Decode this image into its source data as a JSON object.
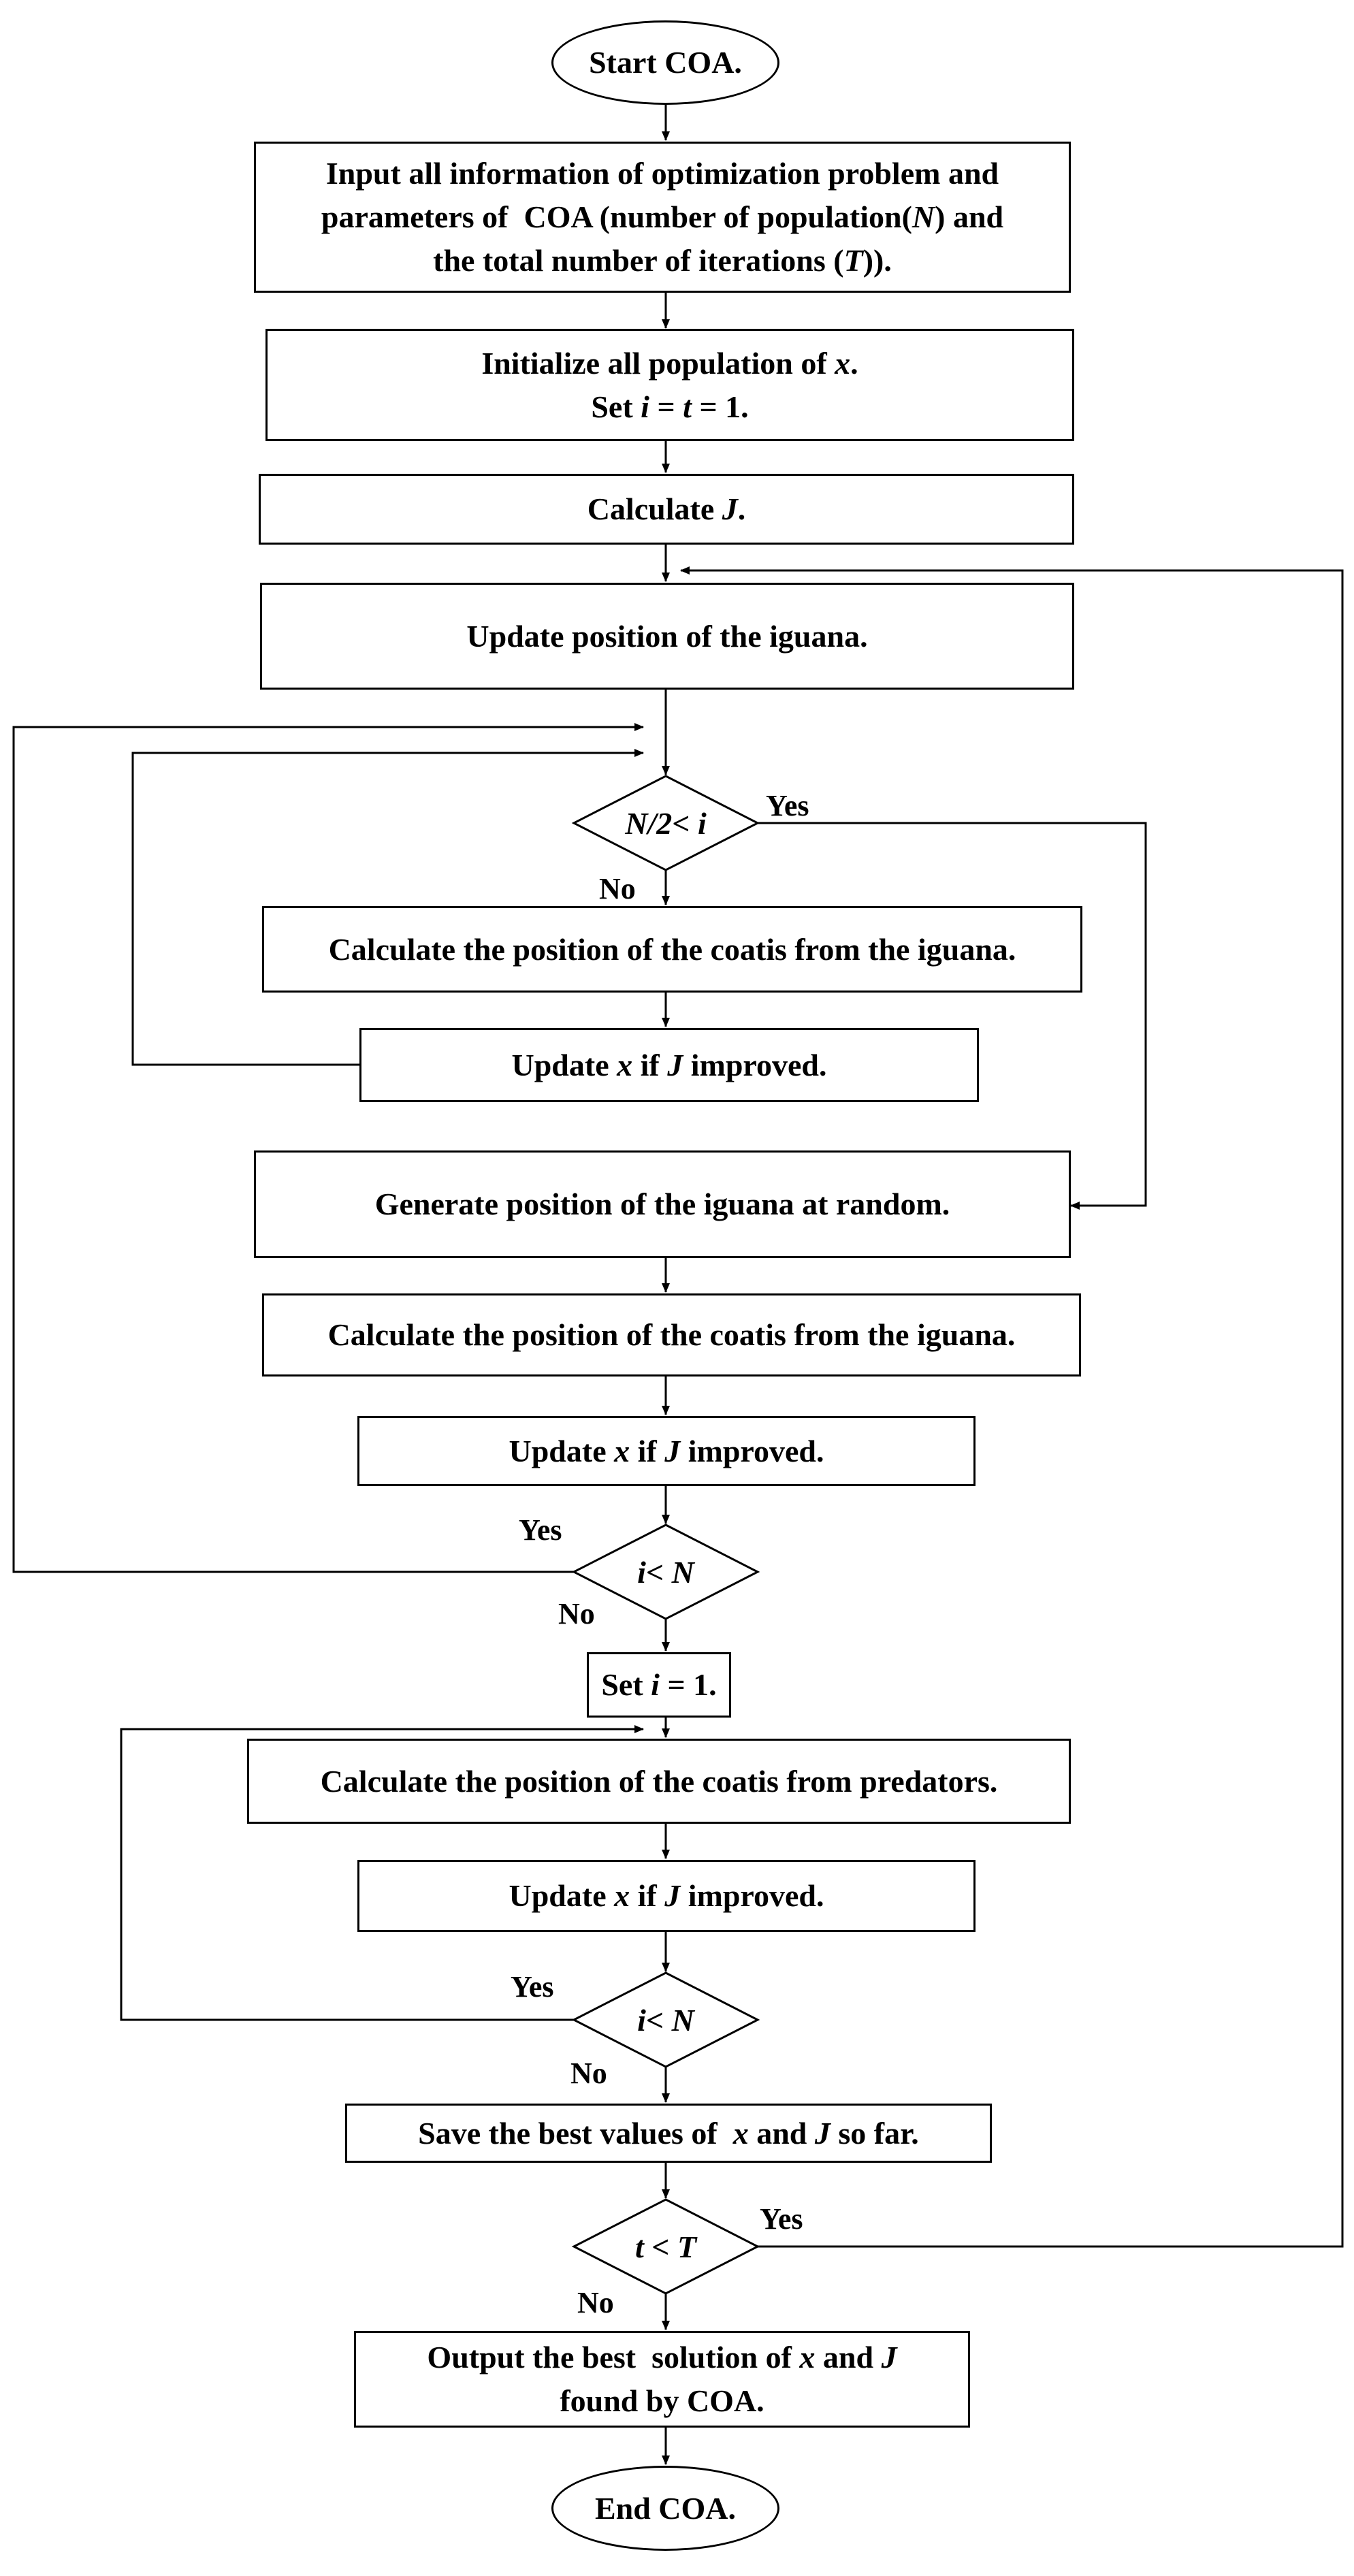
{
  "start": "Start COA.",
  "input": {
    "line1": "Input all information of optimization problem and",
    "line2": "parameters of  COA (number of population(",
    "line2_var": "N",
    "line2_end": ") and",
    "line3": "the total number of iterations (",
    "line3_var": "T",
    "line3_end": "))."
  },
  "init": {
    "line1": "Initialize all population of ",
    "line1_var": "x",
    "line1_end": ".",
    "line2_a": "Set ",
    "line2_i": "i",
    "line2_b": " = ",
    "line2_t": "t",
    "line2_c": " = 1."
  },
  "calc_j": {
    "a": "Calculate ",
    "var": "J",
    "b": "."
  },
  "update_iguana": "Update position of the iguana.",
  "decision1": {
    "var": "N",
    "mid": "/2< ",
    "var2": "i"
  },
  "calc_coatis_1": "Calculate the position of the coatis from the iguana.",
  "update_x_1": {
    "a": "Update ",
    "x": "x",
    "b": " if ",
    "j": "J",
    "c": " improved."
  },
  "gen_iguana": "Generate position of the iguana at random.",
  "calc_coatis_2": "Calculate the position of the coatis from the iguana.",
  "update_x_2": {
    "a": "Update ",
    "x": "x",
    "b": " if ",
    "j": "J",
    "c": " improved."
  },
  "decision2": {
    "var": "i",
    "mid": "< ",
    "var2": "N"
  },
  "set_i": {
    "a": "Set ",
    "i": "i",
    "b": " = 1."
  },
  "calc_predators": "Calculate the position of the coatis from predators.",
  "update_x_3": {
    "a": "Update ",
    "x": "x",
    "b": " if ",
    "j": "J",
    "c": " improved."
  },
  "decision3": {
    "var": "i",
    "mid": "< ",
    "var2": "N"
  },
  "save_best": {
    "a": "Save the best values of  ",
    "x": "x",
    "b": " and ",
    "j": "J",
    "c": " so far."
  },
  "decision4": {
    "var": "t",
    "mid": " < ",
    "var2": "T"
  },
  "output": {
    "line1_a": "Output the best  solution of ",
    "line1_x": "x",
    "line1_b": " and ",
    "line1_j": "J",
    "line2": "found by COA."
  },
  "end": "End COA.",
  "labels": {
    "yes1": "Yes",
    "no1": "No",
    "yes2": "Yes",
    "no2": "No",
    "yes3": "Yes",
    "no3": "No",
    "yes4": "Yes",
    "no4": "No"
  }
}
